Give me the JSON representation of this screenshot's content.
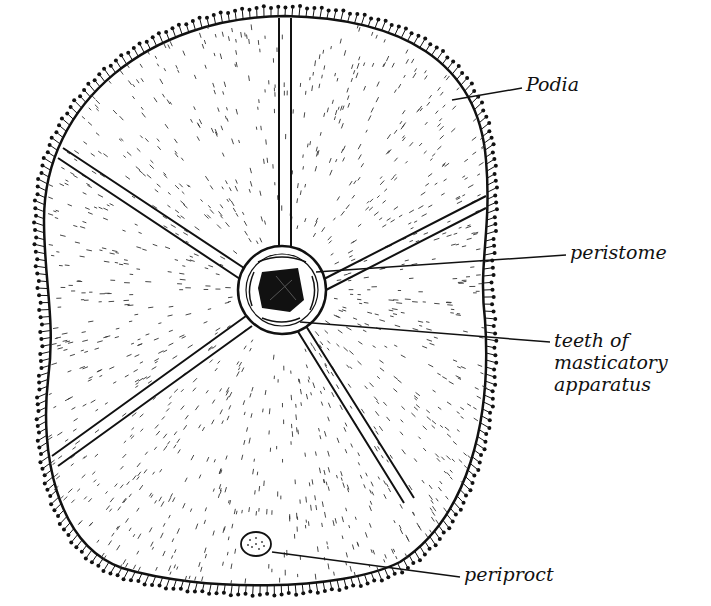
{
  "diagram": {
    "labels": [
      "Podia",
      "peristome",
      "teeth of masticatory apparatus",
      "periproct"
    ]
  }
}
